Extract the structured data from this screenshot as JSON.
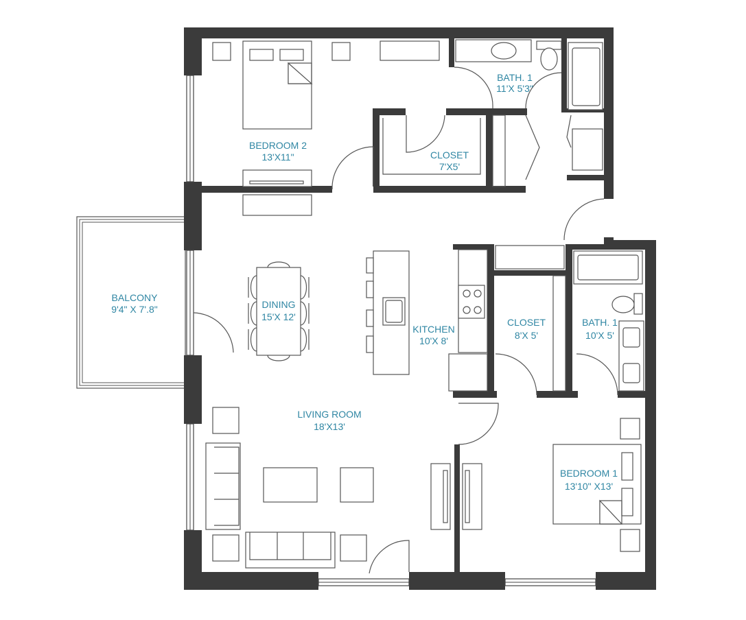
{
  "rooms": {
    "bedroom2": {
      "name": "BEDROOM 2",
      "size": "13'X11\""
    },
    "closet_top": {
      "name": "CLOSET",
      "size": "7'X5'"
    },
    "bath_top": {
      "name": "BATH. 1",
      "size": "11'X 5'3\""
    },
    "balcony": {
      "name": "BALCONY",
      "size": "9'4\" X 7'.8\""
    },
    "dining": {
      "name": "DINING",
      "size": "15'X 12'"
    },
    "kitchen": {
      "name": "KITCHEN",
      "size": "10'X 8'"
    },
    "closet_mid": {
      "name": "CLOSET",
      "size": "8'X 5'"
    },
    "bath_mid": {
      "name": "BATH. 1",
      "size": "10'X 5'"
    },
    "living": {
      "name": "LIVING ROOM",
      "size": "18'X13'"
    },
    "bedroom1": {
      "name": "BEDROOM 1",
      "size": "13'10\" X13'"
    }
  },
  "colors": {
    "label": "#2f86a3",
    "wall": "#3b3b3b",
    "line": "#555555"
  }
}
